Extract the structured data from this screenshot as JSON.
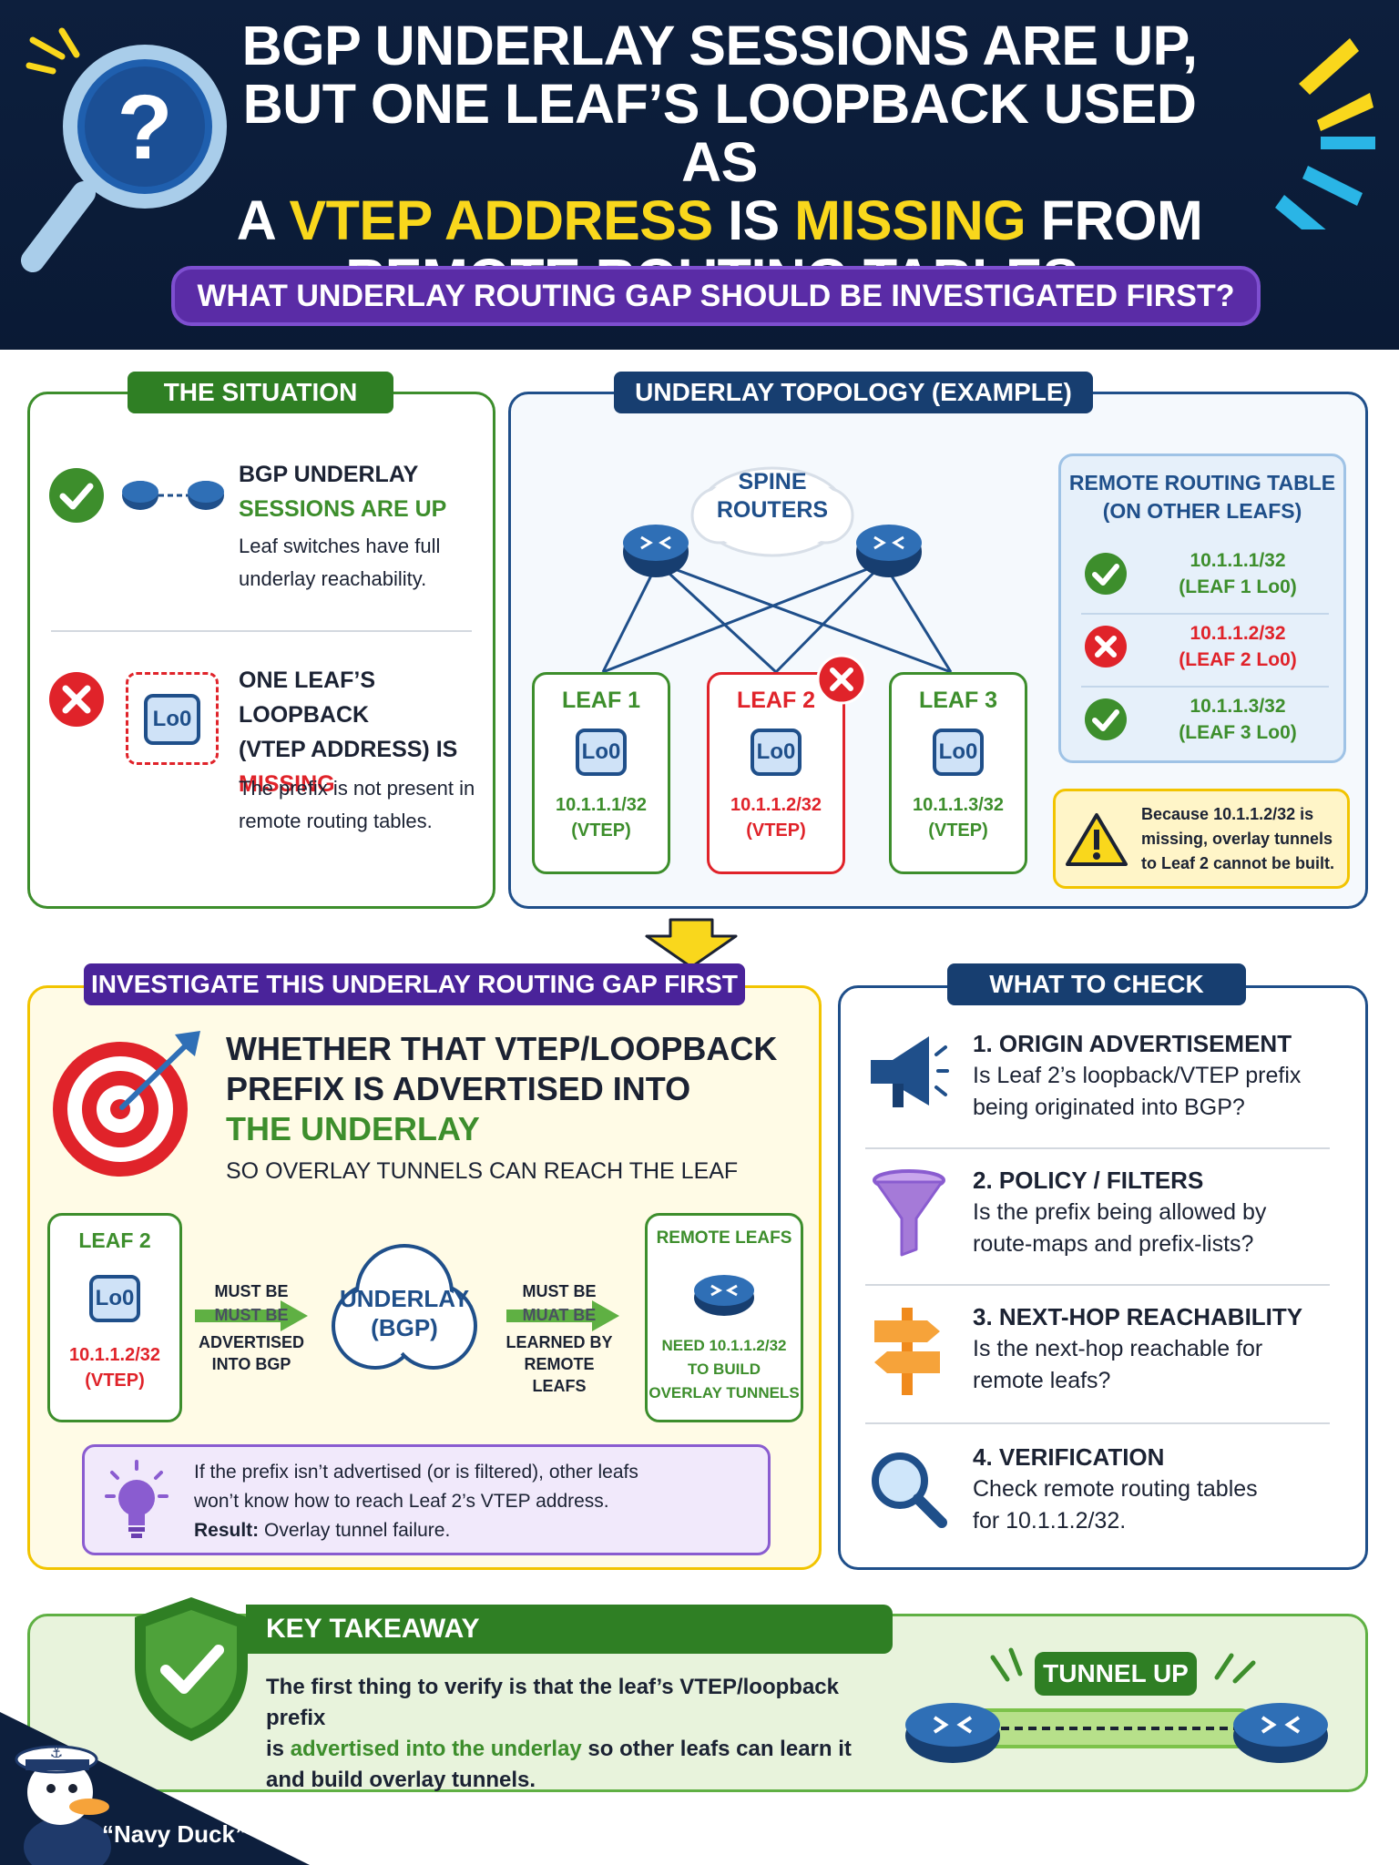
{
  "header": {
    "line1": "BGP UNDERLAY SESSIONS ARE UP,",
    "line2": "BUT ONE LEAF’S LOOPBACK USED AS",
    "line3_pre": "A ",
    "line3_hl1": "VTEP ADDRESS",
    "line3_mid": " IS ",
    "line3_hl2": "MISSING",
    "line3_post": " FROM",
    "line4": "REMOTE ROUTING TABLES.",
    "question": "WHAT UNDERLAY ROUTING GAP SHOULD BE INVESTIGATED FIRST?",
    "icon": "magnifier-question-icon"
  },
  "situation": {
    "tab": "THE SITUATION",
    "item1": {
      "title1": "BGP UNDERLAY",
      "title2": "SESSIONS ARE UP",
      "desc1": "Leaf switches have full",
      "desc2": "underlay reachability."
    },
    "item2": {
      "title1": "ONE LEAF’S LOOPBACK",
      "title2": "(VTEP ADDRESS) IS",
      "title3": "MISSING",
      "desc1": "The prefix is not present in",
      "desc2": "remote routing tables.",
      "lo0": "Lo0"
    }
  },
  "topology": {
    "tab": "UNDERLAY TOPOLOGY (EXAMPLE)",
    "spine_label1": "SPINE",
    "spine_label2": "ROUTERS",
    "leafs": [
      {
        "name": "LEAF 1",
        "lo": "Lo0",
        "ip": "10.1.1.1/32",
        "role": "(VTEP)",
        "status": "ok"
      },
      {
        "name": "LEAF 2",
        "lo": "Lo0",
        "ip": "10.1.1.2/32",
        "role": "(VTEP)",
        "status": "missing"
      },
      {
        "name": "LEAF 3",
        "lo": "Lo0",
        "ip": "10.1.1.3/32",
        "role": "(VTEP)",
        "status": "ok"
      }
    ],
    "rt_title1": "REMOTE ROUTING TABLE",
    "rt_title2": "(ON OTHER LEAFS)",
    "rt_rows": [
      {
        "prefix": "10.1.1.1/32",
        "note": "(LEAF 1 Lo0)",
        "status": "ok"
      },
      {
        "prefix": "10.1.1.2/32",
        "note": "(LEAF 2 Lo0)",
        "status": "missing"
      },
      {
        "prefix": "10.1.1.3/32",
        "note": "(LEAF 3 Lo0)",
        "status": "ok"
      }
    ],
    "warning1": "Because ",
    "warning1b": "10.1.1.2/32",
    "warning1c": " is",
    "warning2": "missing, overlay tunnels",
    "warning3": "to Leaf 2 cannot be built."
  },
  "investigate": {
    "tab": "INVESTIGATE THIS UNDERLAY ROUTING GAP FIRST",
    "headline1": "WHETHER THAT VTEP/LOOPBACK",
    "headline2": "PREFIX IS ADVERTISED INTO",
    "headline3": "THE UNDERLAY",
    "sub": "SO OVERLAY TUNNELS CAN REACH THE LEAF",
    "leaf": {
      "name": "LEAF 2",
      "lo": "Lo0",
      "ip": "10.1.1.2/32",
      "role": "(VTEP)"
    },
    "arrow1": {
      "top": "MUST BE",
      "ghost": "MUST BE",
      "l1": "ADVERTISED",
      "l2": "INTO BGP"
    },
    "cloud1": "UNDERLAY",
    "cloud2": "(BGP)",
    "arrow2": {
      "top": "MUST BE",
      "ghost": "MUAT BE",
      "l1": "LEARNED BY",
      "l2": "REMOTE LEAFS"
    },
    "remote": {
      "title": "REMOTE LEAFS",
      "l1": "NEED 10.1.1.2/32",
      "l2": "TO BUILD",
      "l3": "OVERLAY TUNNELS"
    },
    "note1": "If the prefix isn’t advertised (or is filtered), other leafs",
    "note2": "won’t know how to reach Leaf 2’s VTEP address.",
    "note3a": "Result:",
    "note3b": " Overlay tunnel failure."
  },
  "check": {
    "tab": "WHAT TO CHECK",
    "items": [
      {
        "title": "1. ORIGIN ADVERTISEMENT",
        "d1": "Is Leaf 2’s loopback/VTEP prefix",
        "d2": "being originated into BGP?",
        "icon": "megaphone-icon"
      },
      {
        "title": "2. POLICY / FILTERS",
        "d1": "Is the prefix being allowed by",
        "d2": "route-maps and prefix-lists?",
        "icon": "funnel-icon"
      },
      {
        "title": "3. NEXT-HOP REACHABILITY",
        "d1": "Is the next-hop reachable for",
        "d2": "remote leafs?",
        "icon": "signpost-icon"
      },
      {
        "title": "4. VERIFICATION",
        "d1": "Check remote routing tables",
        "d2": "for 10.1.1.2/32.",
        "icon": "magnifier-icon"
      }
    ]
  },
  "takeaway": {
    "tab": "KEY TAKEAWAY",
    "l1": "The first thing to verify is that the leaf’s VTEP/loopback prefix",
    "l2a": "is ",
    "l2b": "advertised into the underlay",
    "l2c": " so other leafs can learn it",
    "l3": "and build overlay tunnels.",
    "tunnel": "TUNNEL UP",
    "mascot": "“Navy Duck”"
  },
  "colors": {
    "navy": "#0d1f3d",
    "green": "#3d8e2c",
    "red": "#e0232a",
    "yellow": "#f9d71c",
    "purple": "#5a2ca6",
    "blue": "#1f4f8a"
  }
}
